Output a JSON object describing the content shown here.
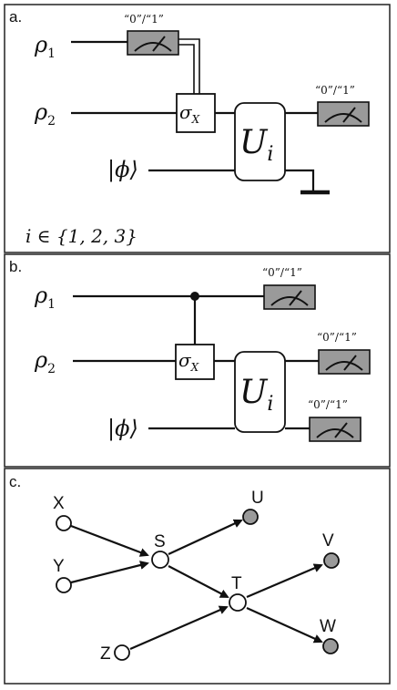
{
  "panels": {
    "a": {
      "label": "a.",
      "rho1": "ρ",
      "rho1_sub": "1",
      "rho2": "ρ",
      "rho2_sub": "2",
      "phi": "|ϕ⟩",
      "sigma": "σ",
      "sigma_sub": "X",
      "unitary": "U",
      "unitary_sub": "i",
      "meter1_caption": "“0”/“1”",
      "meter2_caption": "“0”/“1”",
      "index_set": "i ∈ {1, 2, 3}"
    },
    "b": {
      "label": "b.",
      "rho1": "ρ",
      "rho1_sub": "1",
      "rho2": "ρ",
      "rho2_sub": "2",
      "phi": "|ϕ⟩",
      "sigma": "σ",
      "sigma_sub": "X",
      "unitary": "U",
      "unitary_sub": "i",
      "meter1_caption": "“0”/“1”",
      "meter2_caption": "“0”/“1”",
      "meter3_caption": "“0”/“1”"
    },
    "c": {
      "label": "c.",
      "nodes": {
        "X": "X",
        "Y": "Y",
        "Z": "Z",
        "S": "S",
        "T": "T",
        "U": "U",
        "V": "V",
        "W": "W"
      }
    }
  },
  "colors": {
    "meter_fill": "#9a9a9a",
    "observed_node": "#9a9a9a",
    "latent_node": "#ffffff"
  }
}
